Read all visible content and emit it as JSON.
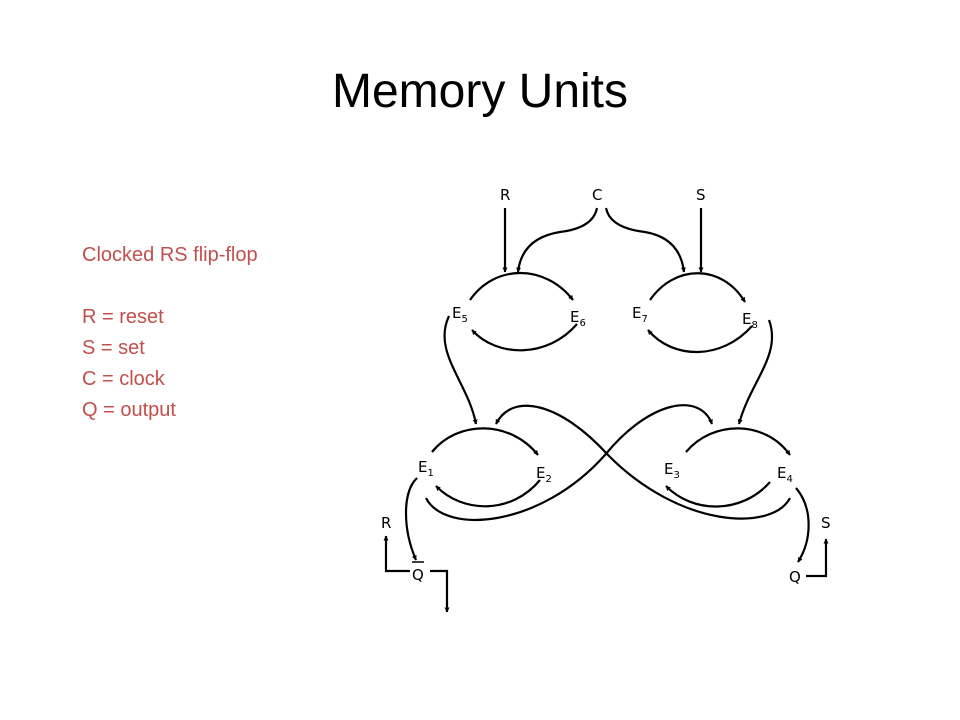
{
  "slide": {
    "title": "Memory Units"
  },
  "legend": {
    "heading": "Clocked RS flip-flop",
    "items": [
      "R = reset",
      "S = set",
      "C = clock",
      "Q = output"
    ],
    "color": "#c0504d"
  },
  "diagram": {
    "inputs": {
      "r": "R",
      "c": "C",
      "s": "S"
    },
    "nodes": {
      "e5": {
        "base": "E",
        "sub": "5"
      },
      "e6": {
        "base": "E",
        "sub": "6"
      },
      "e7": {
        "base": "E",
        "sub": "7"
      },
      "e8": {
        "base": "E",
        "sub": "8"
      },
      "e1": {
        "base": "E",
        "sub": "1"
      },
      "e2": {
        "base": "E",
        "sub": "2"
      },
      "e3": {
        "base": "E",
        "sub": "3"
      },
      "e4": {
        "base": "E",
        "sub": "4"
      }
    },
    "outputs": {
      "left_r": "R",
      "left_q": "Q",
      "right_s": "S",
      "right_q": "Q"
    }
  }
}
